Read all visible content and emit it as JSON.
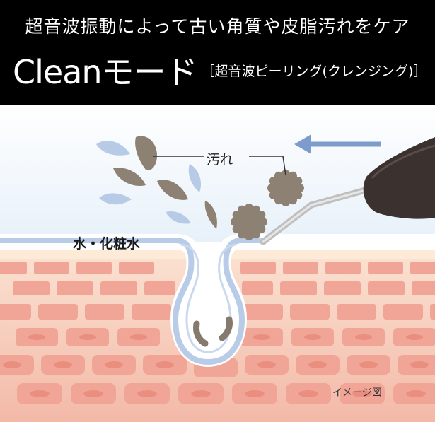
{
  "header": {
    "line1": "超音波振動によって古い角質や皮脂汚れをケア",
    "mode_name": "Cleanモード",
    "mode_sub": "［超音波ピーリング(クレンジング)］"
  },
  "labels": {
    "dirt": "汚れ",
    "water": "水・化粧水",
    "note": "イメージ図"
  },
  "colors": {
    "header_bg": "#000000",
    "sky": "#e8f2fa",
    "skin_base": "#f5c6b6",
    "brick": "#f0a293",
    "dirt": "#8d8273",
    "water": "#b7cbe6",
    "arrow": "#7d9ccb",
    "device": "#3a302d"
  },
  "icons": {
    "arrow": "left-arrow-icon",
    "device": "ultrasonic-device-icon"
  }
}
